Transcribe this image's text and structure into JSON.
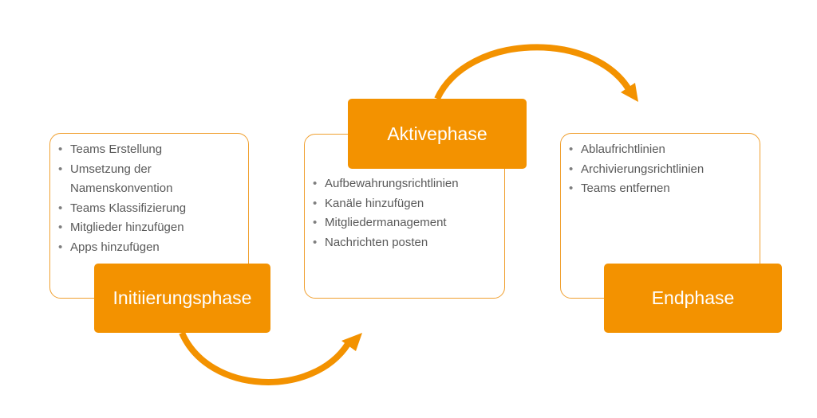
{
  "colors": {
    "accent": "#f39200",
    "border": "#f0a030",
    "text": "#595959"
  },
  "phases": [
    {
      "title": "Initiierungsphase",
      "items": [
        "Teams Erstellung",
        "Umsetzung der Namenskonvention",
        "Teams Klassifizierung",
        "Mitglieder hinzufügen",
        "Apps hinzufügen"
      ]
    },
    {
      "title": "Aktivephase",
      "items": [
        "Aufbewahrungsrichtlinien",
        "Kanäle hinzufügen",
        "Mitgliedermanagement",
        "Nachrichten posten"
      ]
    },
    {
      "title": "Endphase",
      "items": [
        "Ablaufrichtlinien",
        "Archivierungsrichtlinien",
        "Teams entfernen"
      ]
    }
  ]
}
